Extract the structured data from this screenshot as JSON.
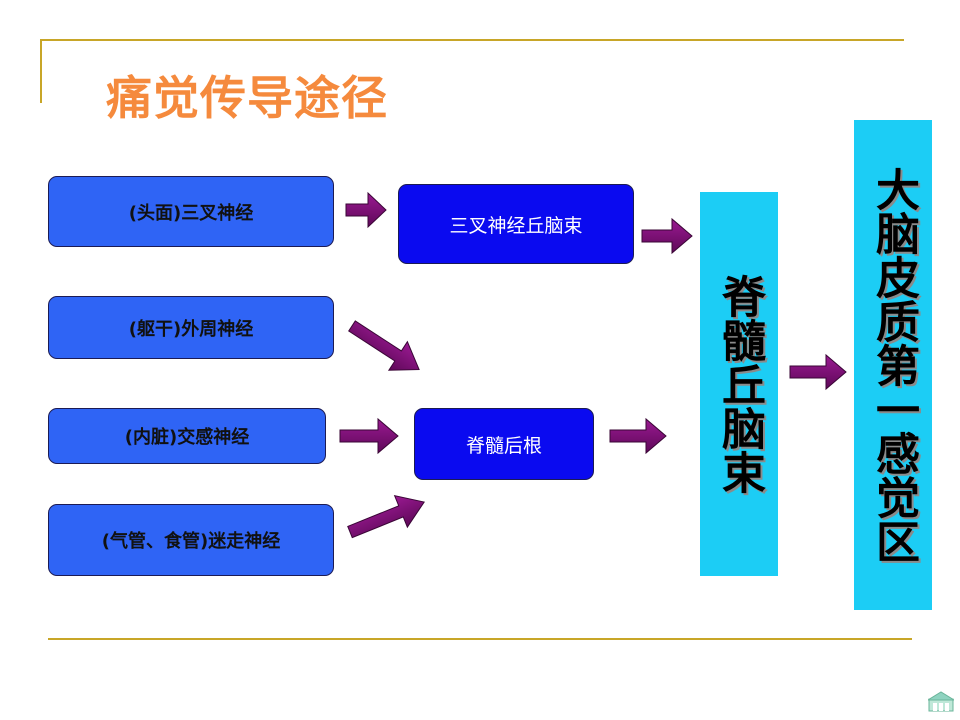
{
  "title": "痛觉传导途径",
  "nodes": {
    "head_face": "(头面)三叉神经",
    "trunk": "(躯干)外周神经",
    "viscera": "(内脏)交感神经",
    "trachea": "(气管、食管)迷走神经",
    "trigeminal_tract": "三叉神经丘脑束",
    "dorsal_root": "脊髓后根",
    "spinothalamic": "脊髓丘脑束",
    "cortex": "大脑皮质第一感觉区"
  },
  "colors": {
    "title": "#f58a3d",
    "light_box": "#2f64f5",
    "dark_box": "#0a0af0",
    "cyan_box": "#1ccdf5",
    "arrow": "#7a0a73",
    "rule": "#c8a628"
  }
}
